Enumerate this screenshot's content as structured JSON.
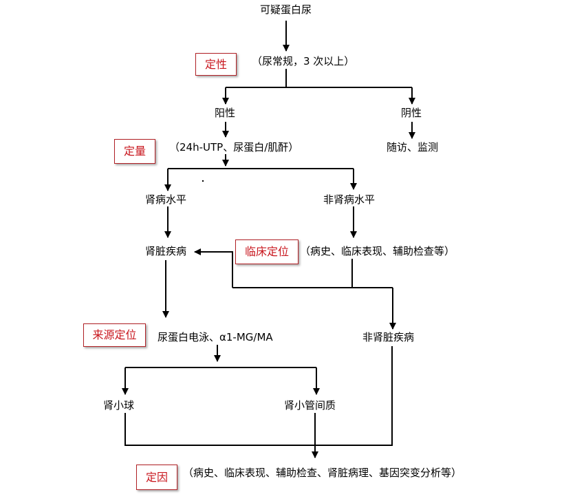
{
  "nodes": {
    "start": "可疑蛋白尿",
    "qualitative_note": "（尿常规，3 次以上）",
    "positive": "阳性",
    "negative": "阴性",
    "followup": "随访、监测",
    "quantitative_note": "（24h-UTP、尿蛋白/肌酐）",
    "kidney_level": "肾病水平",
    "non_kidney_level": "非肾病水平",
    "kidney_disease": "肾脏疾病",
    "clinical_note": "（病史、临床表现、辅助检查等）",
    "source_note": "尿蛋白电泳、α1-MG/MA",
    "non_kidney_disease": "非肾脏疾病",
    "glomerulus": "肾小球",
    "tubule": "肾小管间质",
    "cause_note": "（病史、临床表现、辅助检查、肾脏病理、基因突变分析等）"
  },
  "tags": {
    "qualitative": "定性",
    "quantitative": "定量",
    "clinical": "临床定位",
    "source": "来源定位",
    "cause": "定因"
  },
  "colors": {
    "tag_border": "#b01e23",
    "tag_text": "#c8161d",
    "line": "#000000"
  }
}
